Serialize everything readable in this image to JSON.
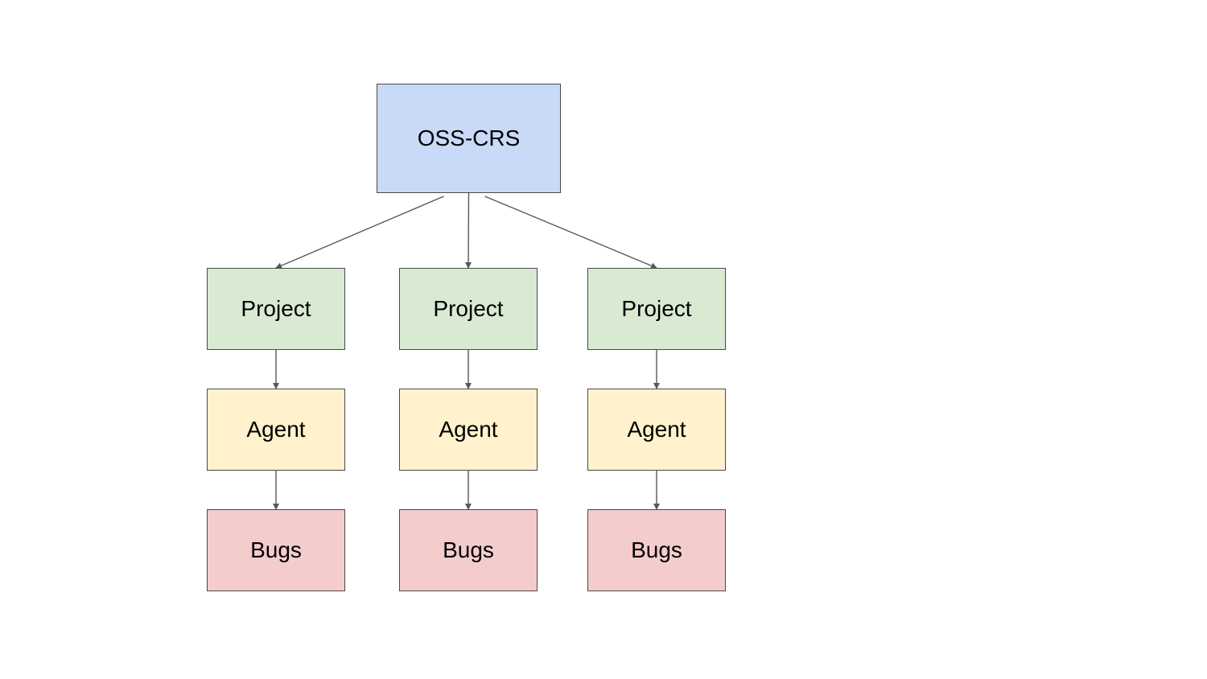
{
  "diagram": {
    "colors": {
      "root": "#c9daf8",
      "project": "#d9ead3",
      "agent": "#fff2cc",
      "bugs": "#f4cccc",
      "stroke": "#4a4a4a",
      "edge": "#595959"
    },
    "root": {
      "label": "OSS-CRS"
    },
    "branches": [
      {
        "project": "Project",
        "agent": "Agent",
        "bugs": "Bugs"
      },
      {
        "project": "Project",
        "agent": "Agent",
        "bugs": "Bugs"
      },
      {
        "project": "Project",
        "agent": "Agent",
        "bugs": "Bugs"
      }
    ],
    "edges": [
      {
        "from": "root",
        "to": "branch-0-project"
      },
      {
        "from": "root",
        "to": "branch-1-project"
      },
      {
        "from": "root",
        "to": "branch-2-project"
      },
      {
        "from": "branch-0-project",
        "to": "branch-0-agent"
      },
      {
        "from": "branch-1-project",
        "to": "branch-1-agent"
      },
      {
        "from": "branch-2-project",
        "to": "branch-2-agent"
      },
      {
        "from": "branch-0-agent",
        "to": "branch-0-bugs"
      },
      {
        "from": "branch-1-agent",
        "to": "branch-1-bugs"
      },
      {
        "from": "branch-2-agent",
        "to": "branch-2-bugs"
      }
    ]
  }
}
